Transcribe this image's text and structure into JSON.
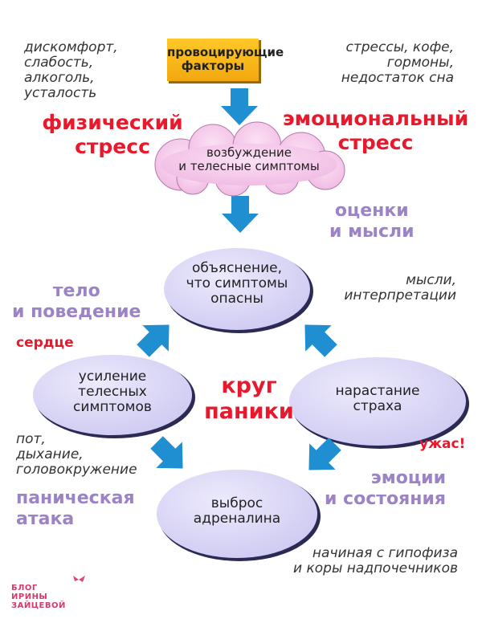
{
  "title_box": "провоцирующие\nфакторы",
  "physical_triggers": "дискомфорт,\nслабость,\nалкоголь,\nусталость",
  "emotional_triggers": "стрессы, кофе,\nгормоны,\nнедостаток сна",
  "physical_stress": "физический\nстресс",
  "emotional_stress": "эмоциональный\nстресс",
  "cloud": "возбуждение\nи телесные симптомы",
  "thoughts_label": "оценки\nи мысли",
  "node_explanation": "объяснение,\nчто симптомы\nопасны",
  "thoughts_note": "мысли,\nинтерпретации",
  "body_label": "тело\nи поведение",
  "heart_label": "сердце",
  "node_symptoms": "усиление\nтелесных\nсимптомов",
  "center_label": "круг\nпаники",
  "node_fear": "нарастание\nстраха",
  "symptoms_note": "пот,\nдыхание,\nголовокружение",
  "horror_label": "ужас!",
  "panic_attack_label": "паническая\nатака",
  "emotions_label": "эмоции\nи состояния",
  "node_adrenaline": "выброс\nадреналина",
  "adrenaline_note": "начиная с гипофиза\nи коры надпочечников",
  "logo_text": "БЛОГ ИРИНЫ ЗАЙЦЕВОЙ",
  "colors": {
    "arrow": "#1f8fd2",
    "red": "#e8192c",
    "purple": "#9b83c6",
    "box": "#f8b41c",
    "ellipse": "#d9d5f5",
    "cloud": "#f6c6ea"
  }
}
